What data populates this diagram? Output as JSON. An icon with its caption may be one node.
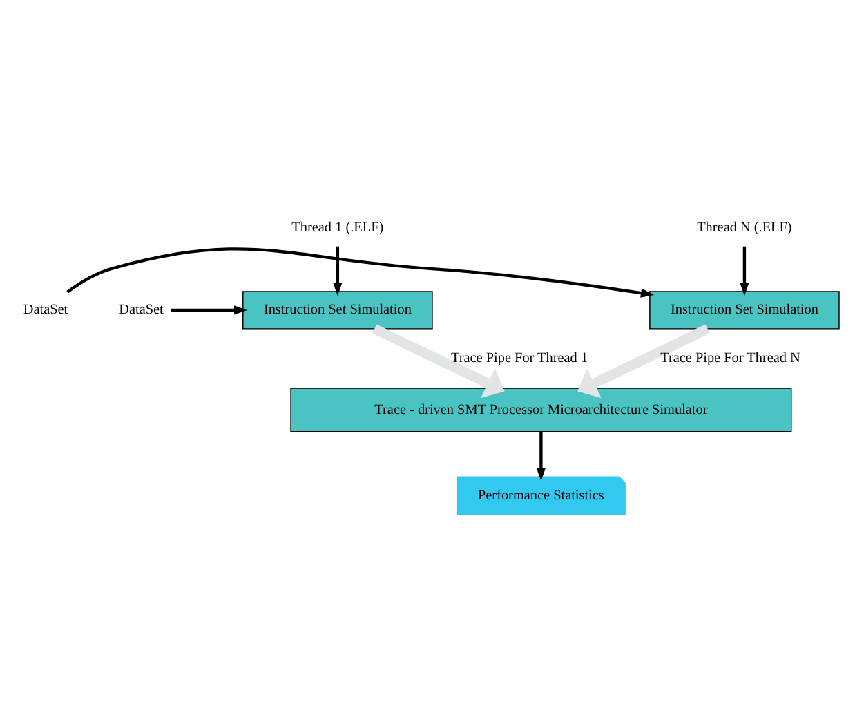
{
  "diagram": {
    "nodes": [
      {
        "text": [
          "Thread 1 (.ELF)"
        ]
      },
      {
        "text": [
          "DataSet"
        ]
      },
      {
        "text": [
          "Instruction Set Simulation"
        ]
      },
      {
        "text": [
          "Thread N (.ELF)"
        ]
      },
      {
        "text": [
          "Instruction Set Simulation"
        ]
      },
      {
        "text": [
          "DataSet"
        ]
      },
      {
        "text": [
          "Trace - driven SMT Processor Microarchitecture Simulator"
        ]
      },
      {
        "text": [
          "Performance Statistics"
        ]
      }
    ],
    "edges": [
      {
        "from": 0,
        "to": 2,
        "arrow": "to"
      },
      {
        "from": 1,
        "to": 2,
        "arrow": "to"
      },
      {
        "from": 3,
        "to": 4,
        "arrow": "to"
      },
      {
        "from": 5,
        "to": 4,
        "arrow": "to"
      },
      {
        "from": 2,
        "to": 6,
        "arrow": "to",
        "label": "Trace Pipe For Thread 1",
        "style": "thick",
        "color": "#e3e4e6"
      },
      {
        "from": 4,
        "to": 6,
        "arrow": "to",
        "label": "Trace Pipe For Thread N",
        "style": "thick",
        "color": "#e3e4e6"
      },
      {
        "from": 6,
        "to": 7,
        "arrow": "to"
      }
    ]
  }
}
